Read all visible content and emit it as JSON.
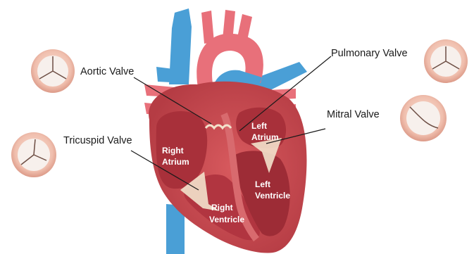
{
  "callouts": {
    "aortic": "Aortic Valve",
    "pulmonary": "Pulmonary Valve",
    "mitral": "Mitral Valve",
    "tricuspid": "Tricuspid Valve"
  },
  "chambers": {
    "right_atrium": [
      "Right",
      "Atrium"
    ],
    "right_ventricle": [
      "Right",
      "Ventricle"
    ],
    "left_atrium": [
      "Left",
      "Atrium"
    ],
    "left_ventricle": [
      "Left",
      "Ventricle"
    ]
  },
  "colors": {
    "vein_blue": "#4a9fd6",
    "artery_red": "#e8707a",
    "muscle": "#c94a4f",
    "chamber_dark": "#a8303a",
    "valve_cream": "#f3e2cc",
    "valve_rim": "#e8a898"
  }
}
